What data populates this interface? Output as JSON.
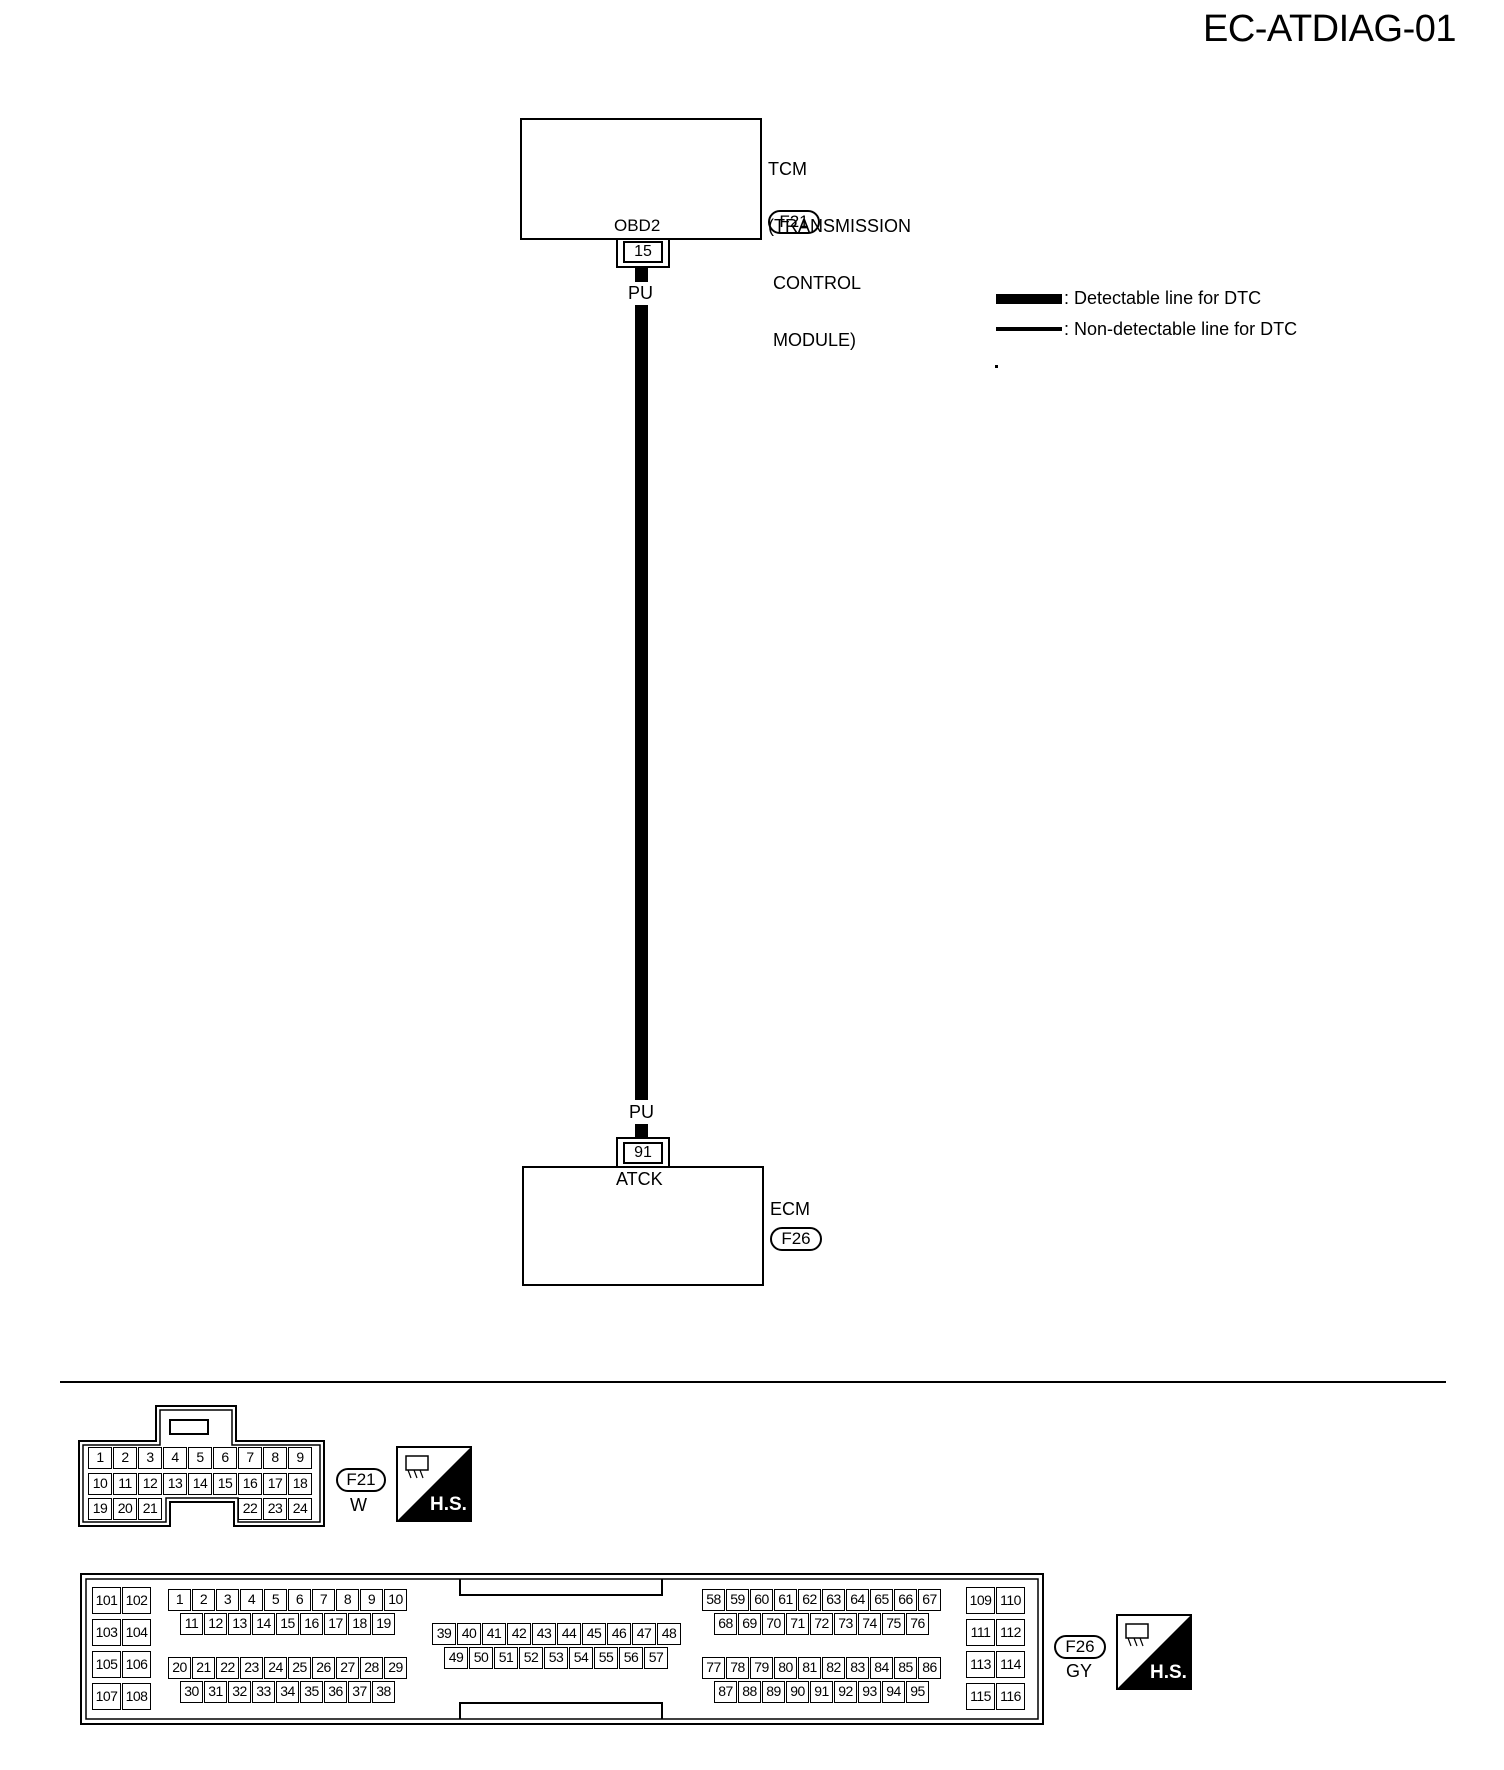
{
  "page_title": "EC-ATDIAG-01",
  "tcm": {
    "label_lines": [
      "TCM",
      "(TRANSMISSION",
      " CONTROL",
      " MODULE)"
    ],
    "connector_id": "F21",
    "terminal_name": "OBD2",
    "terminal_number": "15",
    "wire_color": "PU"
  },
  "ecm": {
    "label": "ECM",
    "connector_id": "F26",
    "terminal_name": "ATCK",
    "terminal_number": "91",
    "wire_color": "PU"
  },
  "legend": {
    "detectable": ": Detectable line for DTC",
    "non_detectable": ": Non-detectable line for DTC"
  },
  "connector_f21": {
    "id": "F21",
    "color": "W",
    "row1": [
      "1",
      "2",
      "3",
      "4",
      "5",
      "6",
      "7",
      "8",
      "9"
    ],
    "row2": [
      "10",
      "11",
      "12",
      "13",
      "14",
      "15",
      "16",
      "17",
      "18"
    ],
    "row3_left": [
      "19",
      "20",
      "21"
    ],
    "row3_right": [
      "22",
      "23",
      "24"
    ],
    "hs_label": "H.S."
  },
  "connector_f26": {
    "id": "F26",
    "color": "GY",
    "left_pairs": [
      [
        "101",
        "102"
      ],
      [
        "103",
        "104"
      ],
      [
        "105",
        "106"
      ],
      [
        "107",
        "108"
      ]
    ],
    "blockA_r1": [
      "1",
      "2",
      "3",
      "4",
      "5",
      "6",
      "7",
      "8",
      "9",
      "10"
    ],
    "blockA_r2": [
      "11",
      "12",
      "13",
      "14",
      "15",
      "16",
      "17",
      "18",
      "19"
    ],
    "blockA_r3": [
      "20",
      "21",
      "22",
      "23",
      "24",
      "25",
      "26",
      "27",
      "28",
      "29"
    ],
    "blockA_r4": [
      "30",
      "31",
      "32",
      "33",
      "34",
      "35",
      "36",
      "37",
      "38"
    ],
    "blockB_r1": [
      "39",
      "40",
      "41",
      "42",
      "43",
      "44",
      "45",
      "46",
      "47",
      "48"
    ],
    "blockB_r2": [
      "49",
      "50",
      "51",
      "52",
      "53",
      "54",
      "55",
      "56",
      "57"
    ],
    "blockC_r1": [
      "58",
      "59",
      "60",
      "61",
      "62",
      "63",
      "64",
      "65",
      "66",
      "67"
    ],
    "blockC_r2": [
      "68",
      "69",
      "70",
      "71",
      "72",
      "73",
      "74",
      "75",
      "76"
    ],
    "blockC_r3": [
      "77",
      "78",
      "79",
      "80",
      "81",
      "82",
      "83",
      "84",
      "85",
      "86"
    ],
    "blockC_r4": [
      "87",
      "88",
      "89",
      "90",
      "91",
      "92",
      "93",
      "94",
      "95"
    ],
    "right_pairs": [
      [
        "109",
        "110"
      ],
      [
        "111",
        "112"
      ],
      [
        "113",
        "114"
      ],
      [
        "115",
        "116"
      ]
    ],
    "hs_label": "H.S."
  }
}
